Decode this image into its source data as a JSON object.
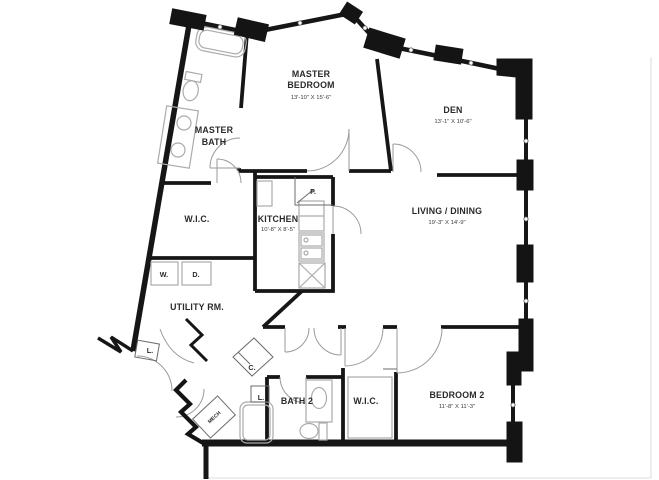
{
  "rooms": {
    "master_bedroom": {
      "label_line1": "MASTER",
      "label_line2": "BEDROOM",
      "dims": "13'-10\" X 15'-6\""
    },
    "den": {
      "label": "DEN",
      "dims": "13'-1\" X 10'-6\""
    },
    "master_bath": {
      "label_line1": "MASTER",
      "label_line2": "BATH"
    },
    "master_wic": {
      "label": "W.I.C."
    },
    "kitchen": {
      "label": "KITCHEN",
      "dims": "10'-8\" X 8'-5\""
    },
    "living_dining": {
      "label": "LIVING / DINING",
      "dims": "19'-3\" X 14'-9\""
    },
    "utility": {
      "label": "UTILITY RM."
    },
    "bath2": {
      "label": "BATH 2"
    },
    "wic2": {
      "label": "W.I.C."
    },
    "bedroom2": {
      "label": "BEDROOM 2",
      "dims": "11'-8\" X 11'-3\""
    }
  },
  "closets": {
    "pantry": "P.",
    "washer": "W.",
    "dryer": "D.",
    "linen_utility": "L.",
    "coat": "C.",
    "linen_bath2": "L.",
    "mech": "MECH"
  },
  "colors": {
    "walls": "#161616",
    "fixtures": "#ababab",
    "background": "#ffffff"
  }
}
